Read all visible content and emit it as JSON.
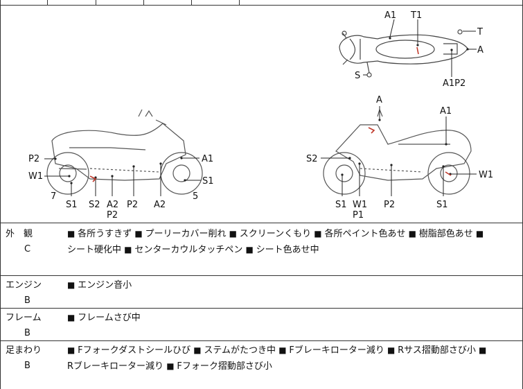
{
  "diagram": {
    "labels": {
      "top_a1": "A1",
      "top_t1": "T1",
      "top_t": "T",
      "top_a": "A",
      "top_s": "S",
      "top_a1p2": "A1P2",
      "left_p2": "P2",
      "left_w1": "W1",
      "left_7": "7",
      "left_s1": "S1",
      "left_s2": "S2",
      "left_a2p2": "A2",
      "left_p2b": "P2",
      "left_p2c": "P2",
      "left_a2": "A2",
      "left_a1": "A1",
      "left_s1r": "S1",
      "left_5": "5",
      "right_a": "A",
      "right_a1": "A1",
      "right_s2": "S2",
      "right_w1": "W1",
      "right_s1": "S1",
      "right_w1p1": "W1",
      "right_p1": "P1",
      "right_p2": "P2",
      "right_s1r": "S1"
    }
  },
  "rows": [
    {
      "name": "外　観",
      "grade": "C",
      "items": [
        "各所うすきず",
        "プーリーカバー削れ",
        "スクリーンくもり",
        "各所ペイント色あせ",
        "樹脂部色あせ",
        "シート硬化中",
        "センターカウルタッチペン",
        "シート色あせ中"
      ]
    },
    {
      "name": "エンジン",
      "grade": "B",
      "items": [
        "エンジン音小"
      ]
    },
    {
      "name": "フレーム",
      "grade": "B",
      "items": [
        "フレームさび中"
      ]
    },
    {
      "name": "足まわり",
      "grade": "B",
      "items": [
        "Fフォークダストシールひび",
        "ステムがたつき中",
        "Fブレーキローター減り",
        "Rサス摺動部さび小",
        "Rブレーキローター減り",
        "Fフォーク摺動部さび小"
      ]
    }
  ],
  "bullet": "■",
  "extra_label": "P2"
}
